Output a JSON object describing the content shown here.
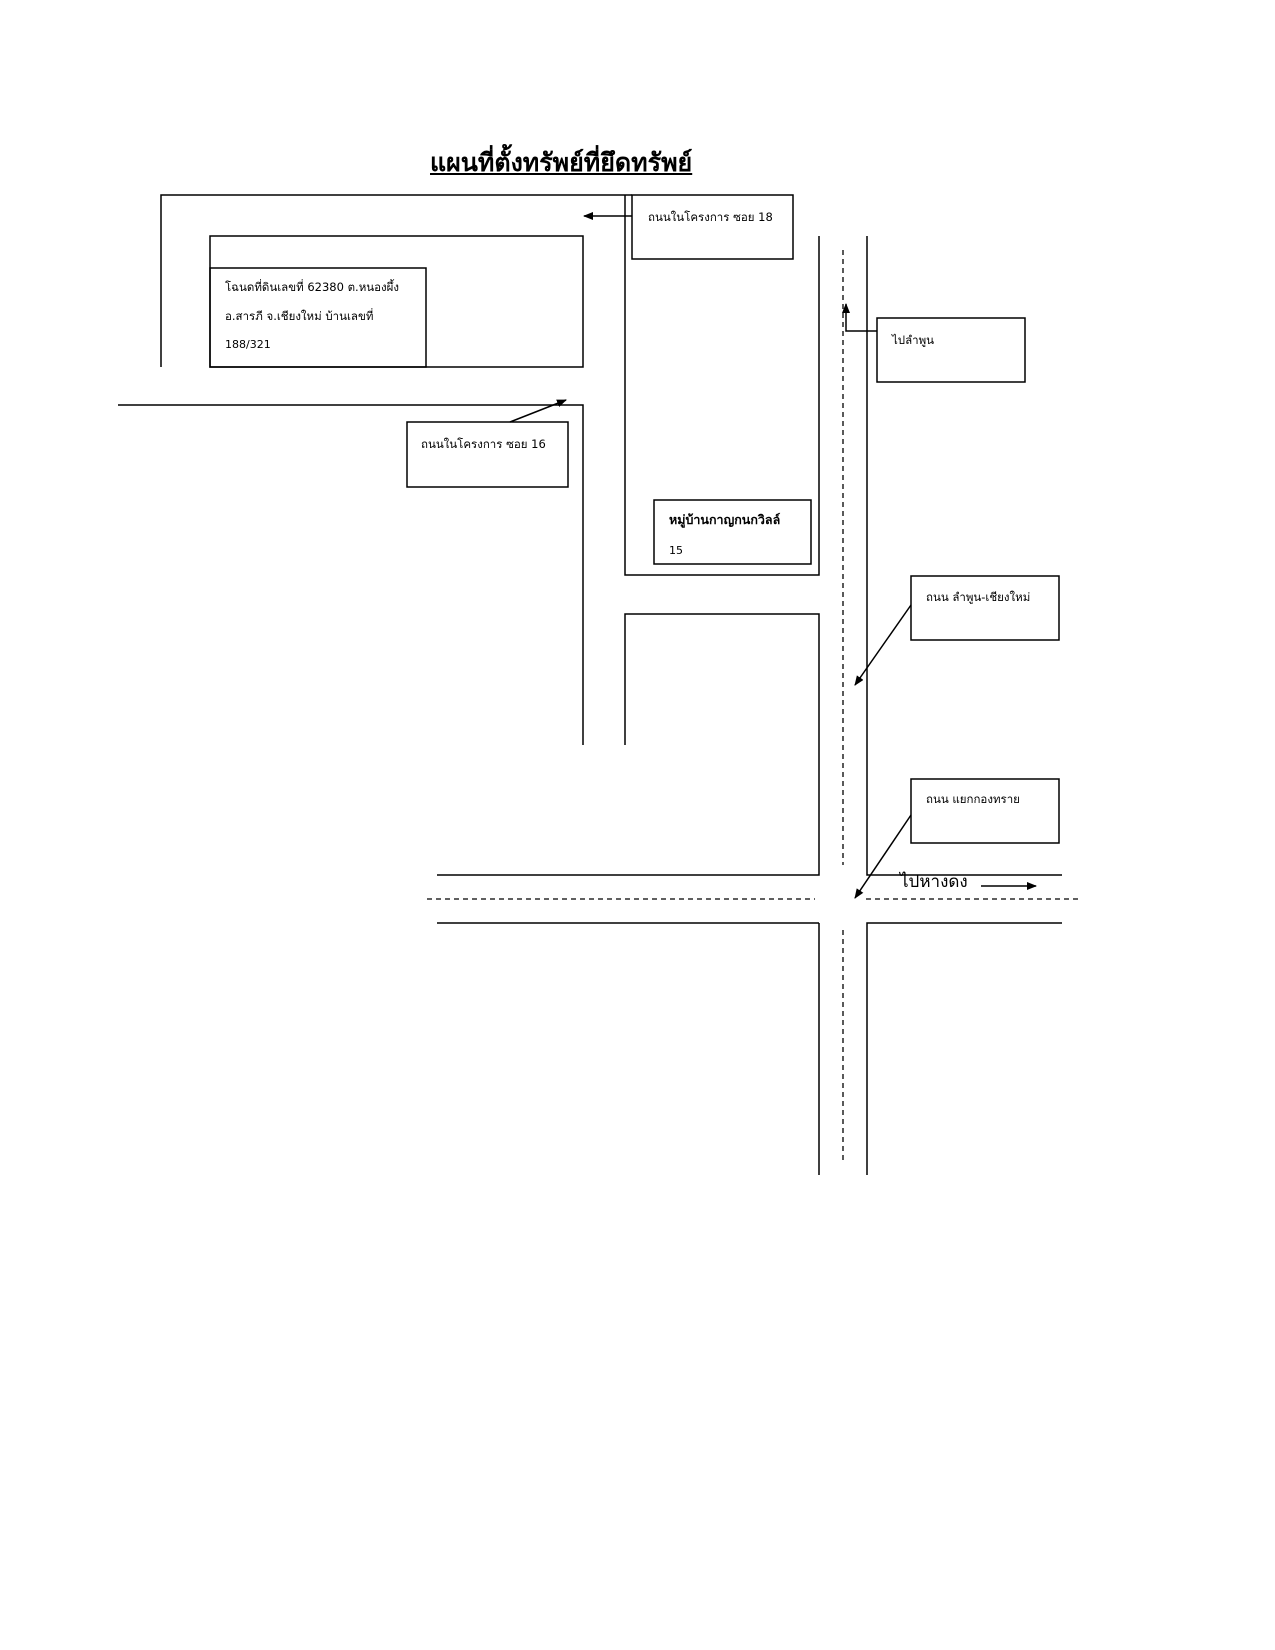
{
  "map": {
    "title": "แผนที่ตั้งทรัพย์ที่ยึดทรัพย์",
    "parcel": {
      "line1": "โฉนดที่ดินเลขที่ 62380 ต.หนองผึ้ง",
      "line2": "อ.สารภี จ.เชียงใหม่ บ้านเลขที่",
      "line3": "188/321"
    },
    "labels": {
      "soi18": "ถนนในโครงการ ซอย 18",
      "soi16": "ถนนในโครงการ ซอย 16",
      "to_lamphun": "ไปลำพูน",
      "village_name": "หมู่บ้านกาญกนกวิลล์",
      "village_number": "15",
      "road_lamphun_cm": "ถนน ลำพูน-เชียงใหม่",
      "road_kongsai": "ถนน แยกกองทราย",
      "to_hangdong": "ไปหางดง"
    },
    "colors": {
      "ink": "#000000",
      "background": "#ffffff"
    }
  }
}
